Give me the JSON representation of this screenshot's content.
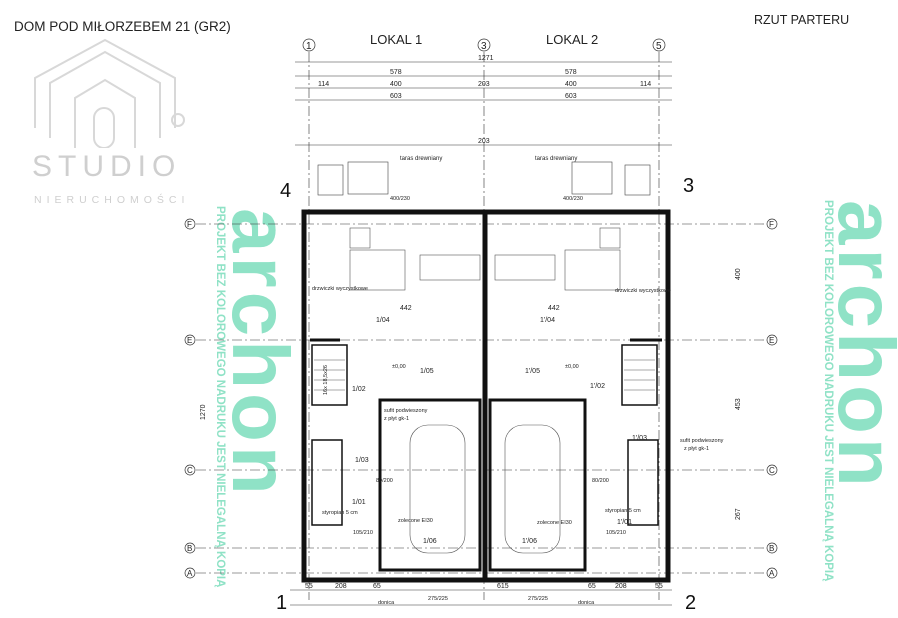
{
  "header": {
    "title": "DOM POD MIŁORZEBEM 21 (GR2)",
    "subtitle": "RZUT PARTERU"
  },
  "units": {
    "left": "LOKAL 1",
    "right": "LOKAL 2"
  },
  "watermark": {
    "brand": "STUDIO",
    "brand_sub": "NIERUCHOMOŚCI",
    "archon": "archon",
    "notice": "PROJEKT BEZ KOLOROWEGO NADRUKU JEST NIELEGALNĄ KOPIĄ",
    "color": "#8fe2c6"
  },
  "corners": [
    "1",
    "2",
    "3",
    "4"
  ],
  "axes": {
    "vertical": [
      "1",
      "3",
      "5"
    ],
    "horizontal": [
      "F",
      "E",
      "C",
      "B",
      "A"
    ]
  },
  "dimensions": {
    "total": "1271",
    "unit_width": "578",
    "inner": "400",
    "gross": "603",
    "side": "114",
    "middle": "203",
    "room_width": "442",
    "garage_gap": "615",
    "bottom_width": "208",
    "bottom_wall": "65",
    "bottom_edge": "55",
    "left_total": "1270",
    "height_400": "400",
    "height_453": "453",
    "height_267": "267"
  },
  "rooms": {
    "lokal1": [
      "1/01",
      "1/02",
      "1/03",
      "1/04",
      "1/05",
      "1/06"
    ],
    "lokal2": [
      "1'/01",
      "1'/02",
      "1'/03",
      "1'/04",
      "1'/05",
      "1'/06"
    ]
  },
  "notes": {
    "terrace": "taras drewniany",
    "cleanout": "drzwiczki wyczystkowe",
    "ceiling": "sufit podwieszony",
    "ceiling2": "z płyt gk-1",
    "insulation": "styropian 5 cm",
    "door1": "zolecone EI30",
    "door2": "zolecone EI30",
    "planter": "donica",
    "level": "±0,00",
    "stairs": "16x 18,5x26"
  },
  "openings": {
    "window_top": "400/230",
    "door": "105/210",
    "door_int": "80/200",
    "garage": "275/225"
  }
}
